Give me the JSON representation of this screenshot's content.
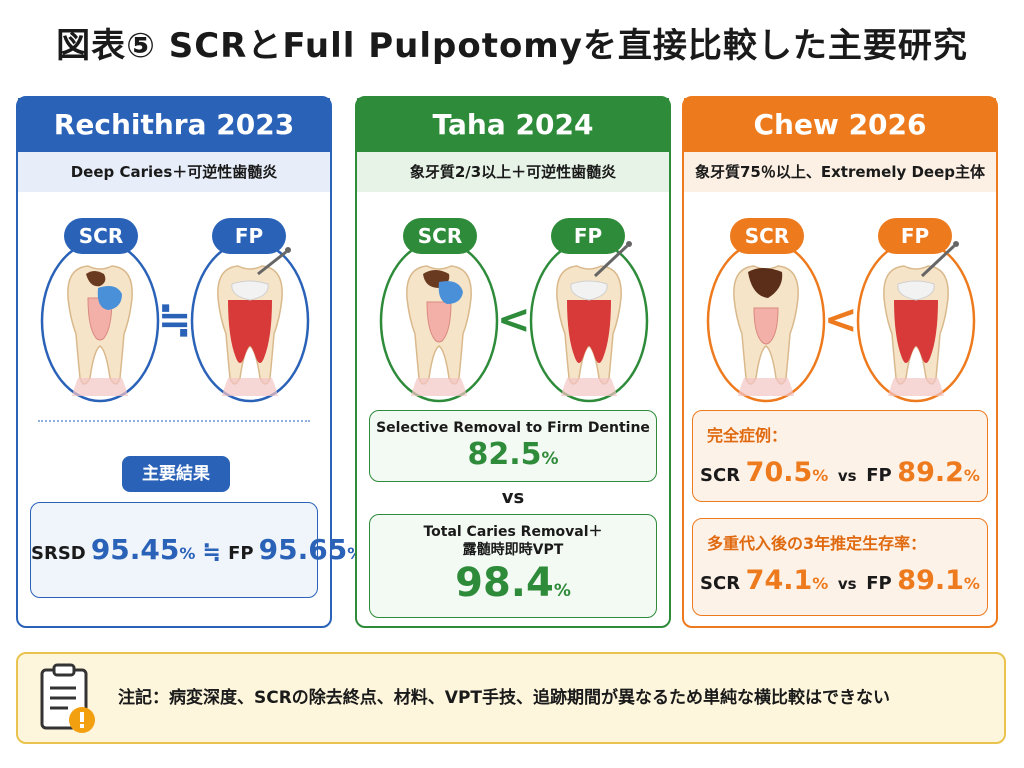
{
  "title": "図表⑤ SCRとFull Pulpotomyを直接比較した主要研究",
  "columns": [
    {
      "header": "Rechithra 2023",
      "subtitle": "Deep Caries＋可逆性歯髄炎",
      "left_label": "SCR",
      "right_label": "FP",
      "comparator": "≒",
      "key_label": "主要結果",
      "result": {
        "a_label": "SRSD",
        "a_value": "95.45",
        "pct": "%",
        "sym": "≒",
        "b_label": "FP",
        "b_value": "95.65"
      }
    },
    {
      "header": "Taha 2024",
      "subtitle": "象牙質2/3以上＋可逆性歯髄炎",
      "left_label": "SCR",
      "right_label": "FP",
      "comparator": "<",
      "box1_label": "Selective Removal to Firm Dentine",
      "box1_value": "82.5",
      "vs": "vs",
      "box2_label_1": "Total Caries Removal＋",
      "box2_label_2": "露髄時即時VPT",
      "box2_value": "98.4",
      "pct": "%"
    },
    {
      "header": "Chew 2026",
      "subtitle": "象牙質75％以上、Extremely Deep主体",
      "left_label": "SCR",
      "right_label": "FP",
      "comparator": "<",
      "box1_label": "完全症例：",
      "box1": {
        "a_label": "SCR",
        "a_value": "70.5",
        "vs": "vs",
        "b_label": "FP",
        "b_value": "89.2"
      },
      "box2_label": "多重代入後の3年推定生存率：",
      "box2": {
        "a_label": "SCR",
        "a_value": "74.1",
        "vs": "vs",
        "b_label": "FP",
        "b_value": "89.1"
      },
      "pct": "%"
    }
  ],
  "note": "注記：病変深度、SCRの除去終点、材料、VPT手技、追跡期間が異なるため単純な横比較はできない",
  "colors": {
    "blue": "#2a62b8",
    "green": "#2e8b3a",
    "orange": "#ee7a1e",
    "note_bg": "#fdf6dc"
  },
  "icons": {
    "note": "clipboard-warning-icon",
    "instrument": "dental-explorer-icon"
  }
}
